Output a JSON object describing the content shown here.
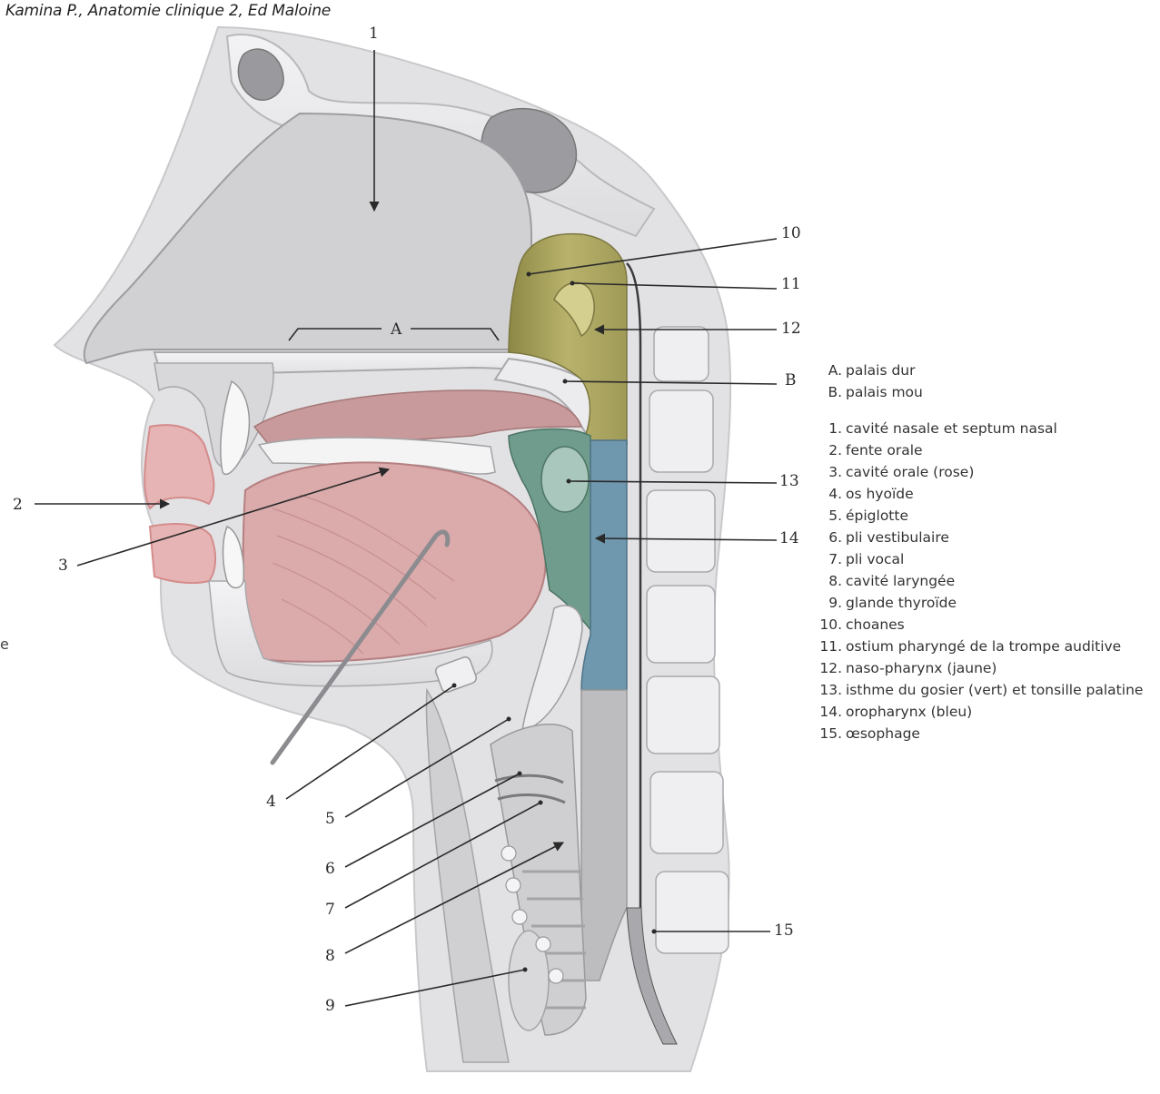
{
  "credit": "Kamina P., Anatomie clinique 2, Ed Maloine",
  "stray_glyph": "e",
  "callouts": {
    "n1": "1",
    "n2": "2",
    "n3": "3",
    "n4": "4",
    "n5": "5",
    "n6": "6",
    "n7": "7",
    "n8": "8",
    "n9": "9",
    "n10": "10",
    "n11": "11",
    "n12": "12",
    "n13": "13",
    "n14": "14",
    "n15": "15",
    "A": "A",
    "B": "B"
  },
  "legend_letters": [
    {
      "code": "A.",
      "label": "palais dur"
    },
    {
      "code": "B.",
      "label": "palais mou"
    }
  ],
  "legend_numbers": [
    {
      "code": "1.",
      "label": "cavité nasale et septum nasal"
    },
    {
      "code": "2.",
      "label": "fente orale"
    },
    {
      "code": "3.",
      "label": "cavité orale (rose)"
    },
    {
      "code": "4.",
      "label": "os hyoïde"
    },
    {
      "code": "5.",
      "label": "épiglotte"
    },
    {
      "code": "6.",
      "label": "pli vestibulaire"
    },
    {
      "code": "7.",
      "label": "pli vocal"
    },
    {
      "code": "8.",
      "label": "cavité laryngée"
    },
    {
      "code": "9.",
      "label": "glande thyroïde"
    },
    {
      "code": "10.",
      "label": "choanes"
    },
    {
      "code": "11.",
      "label": "ostium pharyngé de la trompe auditive"
    },
    {
      "code": "12.",
      "label": "naso-pharynx (jaune)"
    },
    {
      "code": "13.",
      "label": "isthme du gosier (vert) et tonsille palatine"
    },
    {
      "code": "14.",
      "label": "oropharynx (bleu)"
    },
    {
      "code": "15.",
      "label": "œsophage"
    }
  ],
  "colors": {
    "nasopharynx": "#a8a25a",
    "oropharynx": "#6f97ad",
    "isthmus": "#6f9c8c",
    "oral_cavity": "#d9a3a3",
    "tongue": "#dcaeae",
    "cavity_grey": "#cfcfd1",
    "bone": "#ededef",
    "soft_tissue": "#d8d8da",
    "lines": "#2a2a2a"
  }
}
